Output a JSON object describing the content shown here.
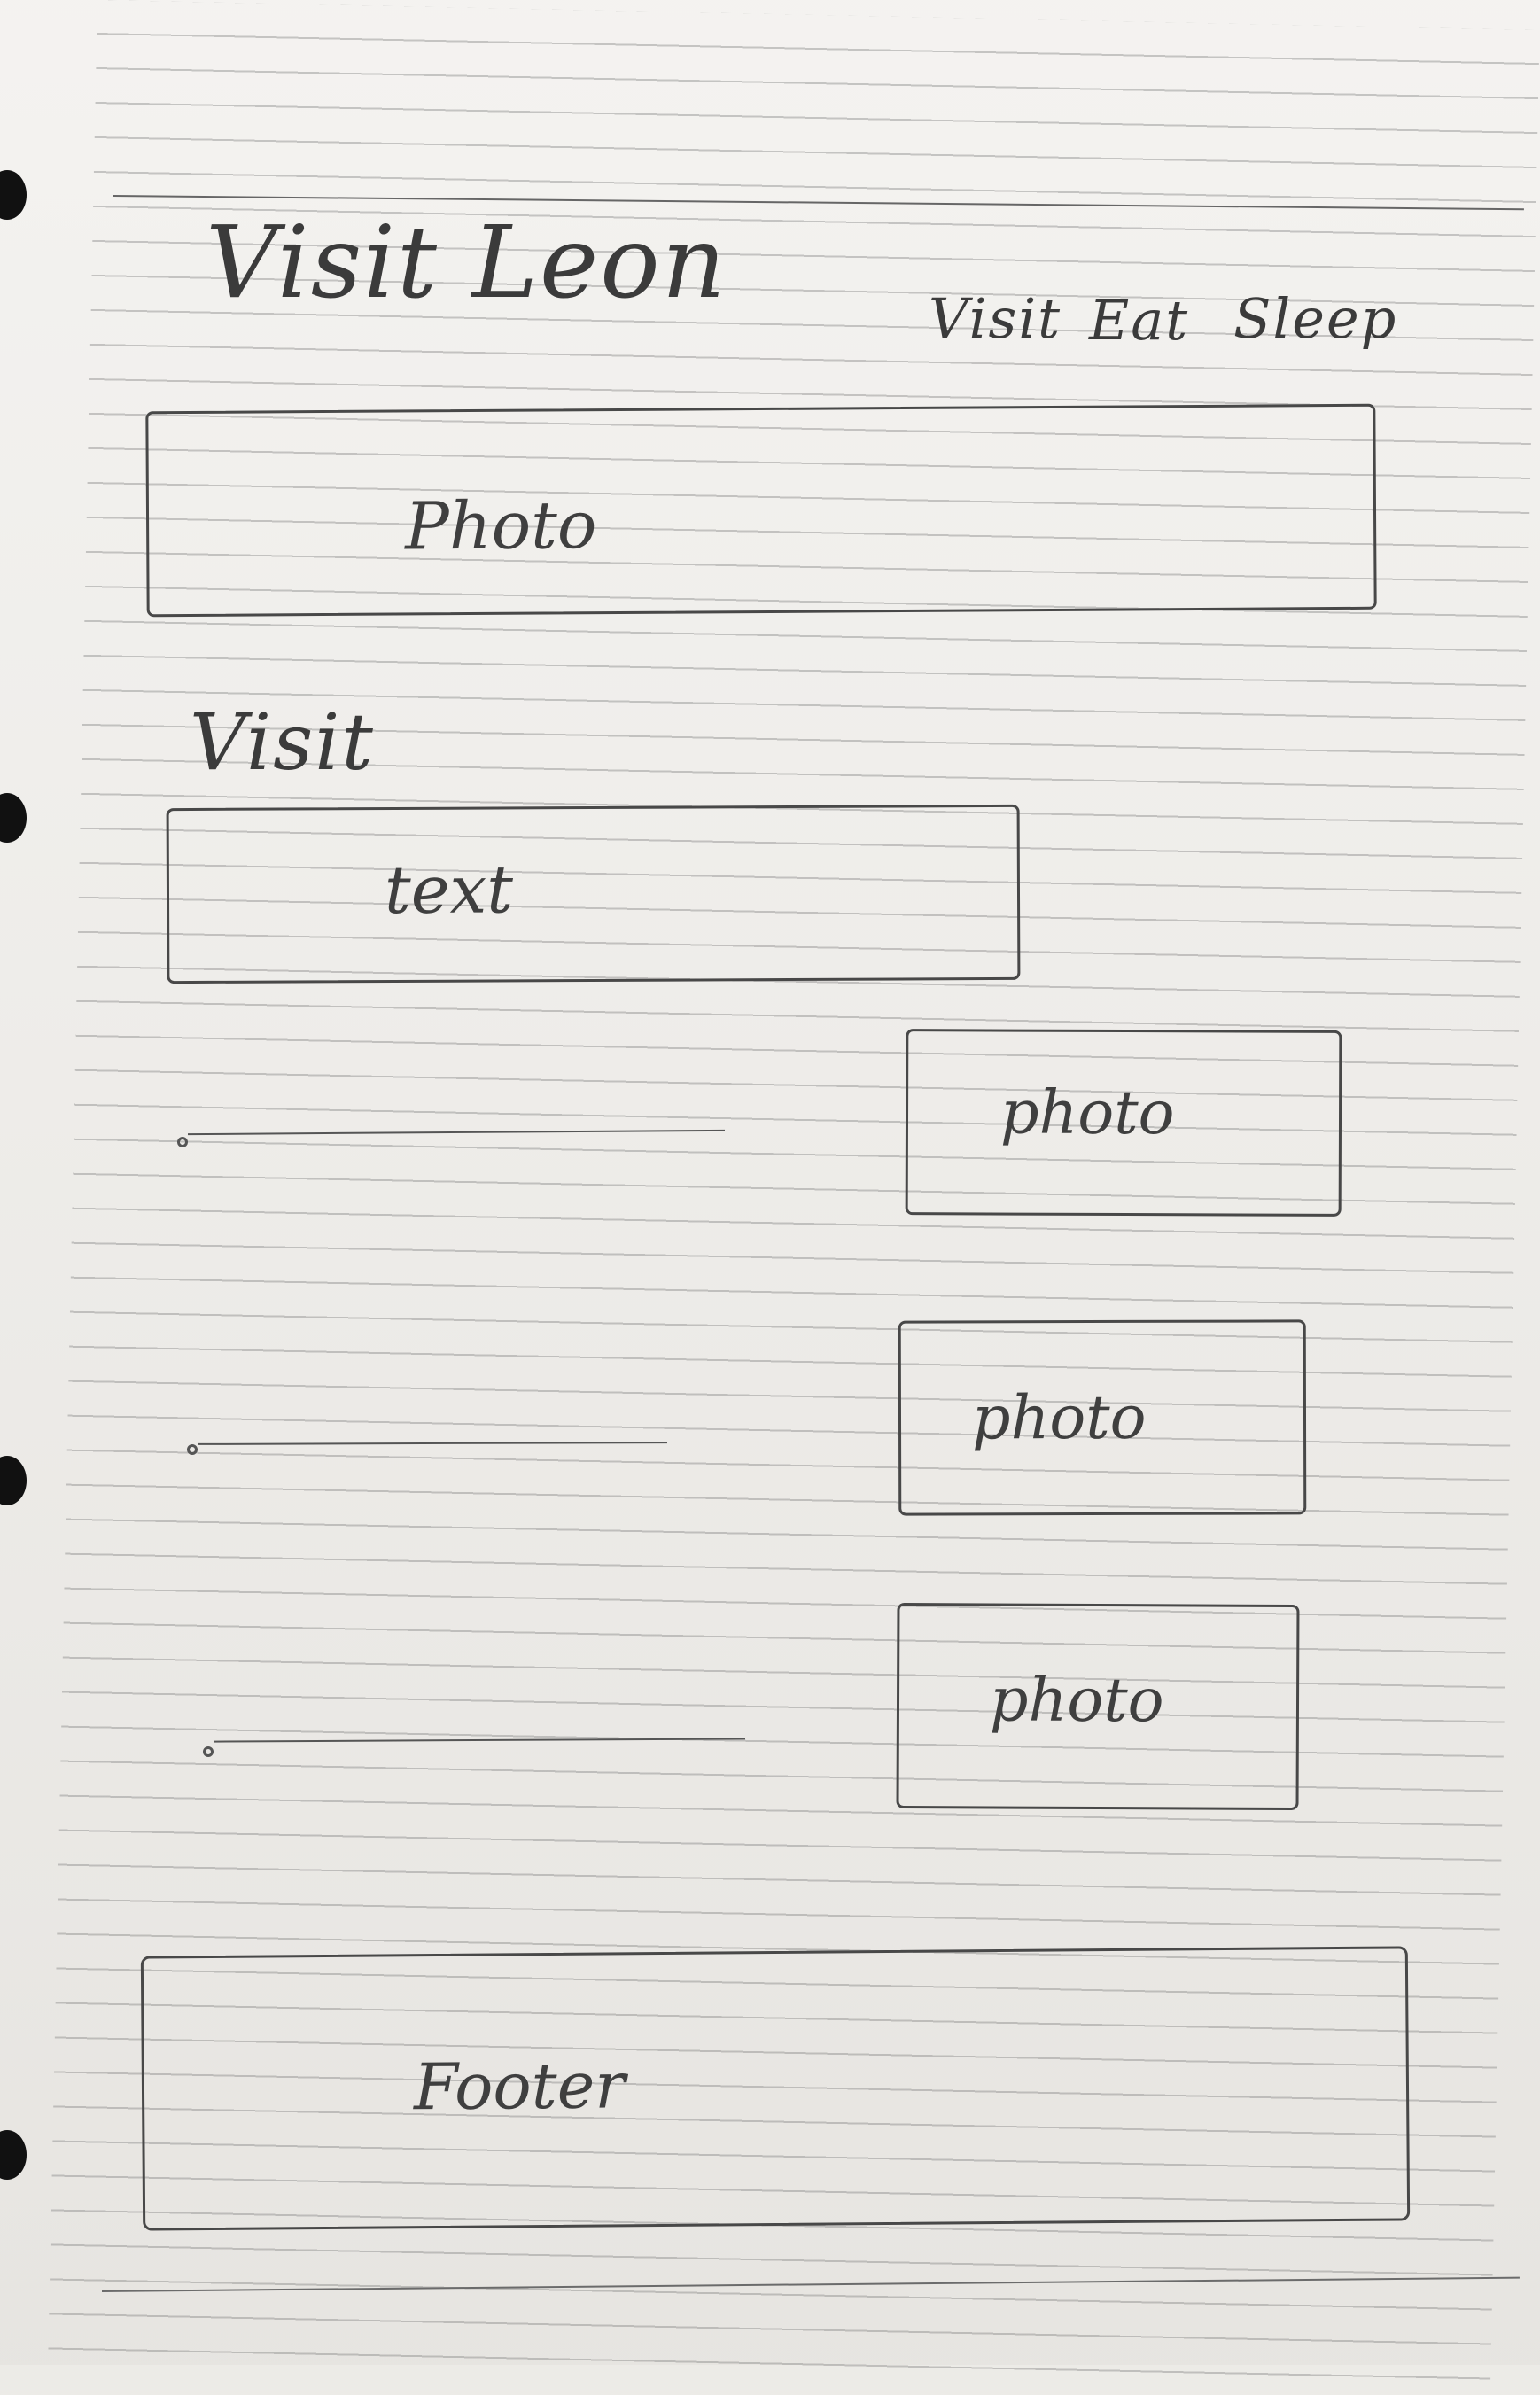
{
  "header": {
    "site_title": "Visit Leon",
    "nav": [
      {
        "label": "Visit"
      },
      {
        "label": "Eat"
      },
      {
        "label": "Sleep"
      }
    ]
  },
  "hero": {
    "placeholder": "Photo"
  },
  "intro": {
    "heading": "Visit",
    "text_placeholder": "text"
  },
  "features": [
    {
      "photo_placeholder": "photo"
    },
    {
      "photo_placeholder": "photo"
    },
    {
      "photo_placeholder": "photo"
    }
  ],
  "footer": {
    "label": "Footer"
  }
}
